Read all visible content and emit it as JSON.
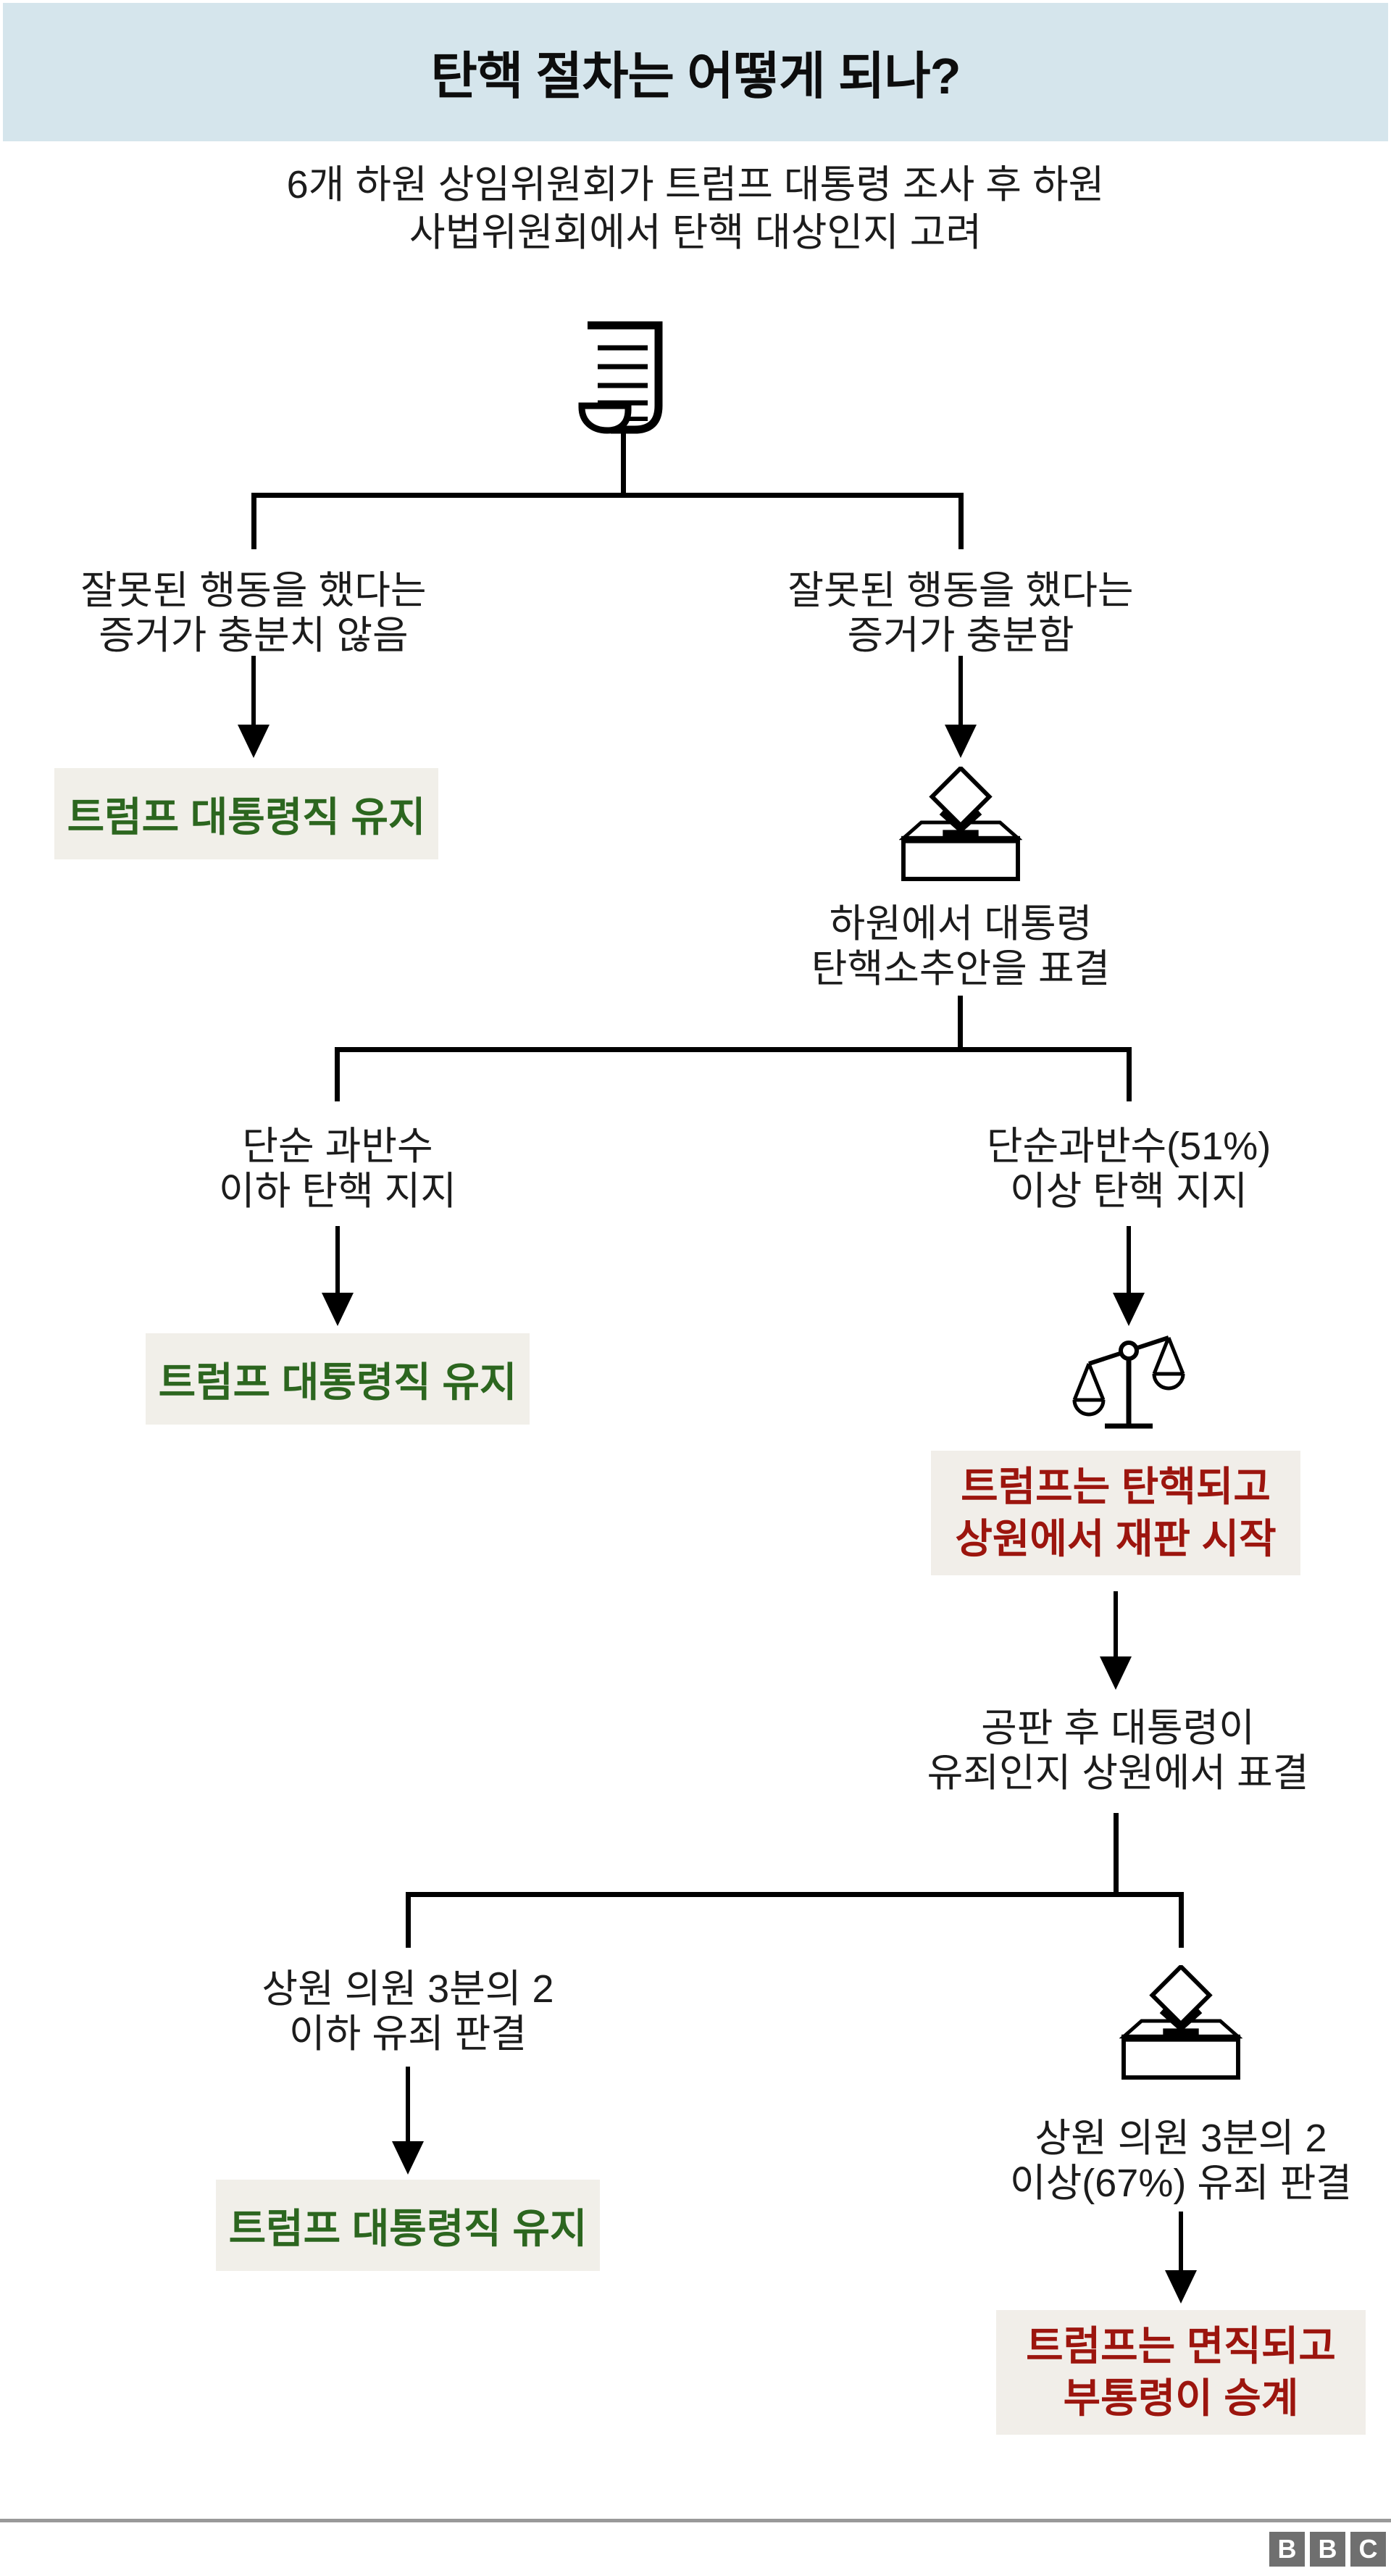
{
  "header": {
    "title": "탄핵 절차는 어떻게 되나?"
  },
  "intro": {
    "line1": "6개 하원 상임위원회가 트럼프 대통령 조사 후 하원",
    "line2": "사법위원회에서 탄핵 대상인지 고려"
  },
  "flow": {
    "b1": {
      "left": {
        "line1": "잘못된 행동을 했다는",
        "line2": "증거가 충분치 않음",
        "outcome": "트럼프 대통령직 유지"
      },
      "right": {
        "line1": "잘못된 행동을 했다는",
        "line2": "증거가 충분함",
        "caption_line1": "하원에서 대통령",
        "caption_line2": "탄핵소추안을 표결"
      }
    },
    "b2": {
      "left": {
        "line1": "단순 과반수",
        "line2": "이하 탄핵 지지",
        "outcome": "트럼프 대통령직 유지"
      },
      "right": {
        "line1": "단순과반수(51%)",
        "line2": "이상 탄핵 지지",
        "result_line1": "트럼프는 탄핵되고",
        "result_line2": "상원에서 재판 시작",
        "next_line1": "공판 후 대통령이",
        "next_line2": "유죄인지 상원에서 표결"
      }
    },
    "b3": {
      "left": {
        "line1": "상원 의원 3분의 2",
        "line2": "이하 유죄 판결",
        "outcome": "트럼프 대통령직 유지"
      },
      "right": {
        "line1": "상원 의원 3분의 2",
        "line2": "이상(67%) 유죄 판결",
        "result_line1": "트럼프는 면직되고",
        "result_line2": "부통령이 승계"
      }
    }
  },
  "icons": {
    "document": "document-icon",
    "ballot_box": "ballot-box-icon",
    "scales": "scales-of-justice-icon"
  },
  "footer": {
    "logo_letters": [
      "B",
      "B",
      "C"
    ]
  },
  "colors": {
    "header_bg": "#d5e5ec",
    "outcome_green": "#2c661f",
    "result_red": "#9c150e",
    "box_bg": "#f1efe9",
    "line_black": "#000000",
    "divider_grey": "#999999",
    "logo_grey": "#6f6f6f"
  }
}
